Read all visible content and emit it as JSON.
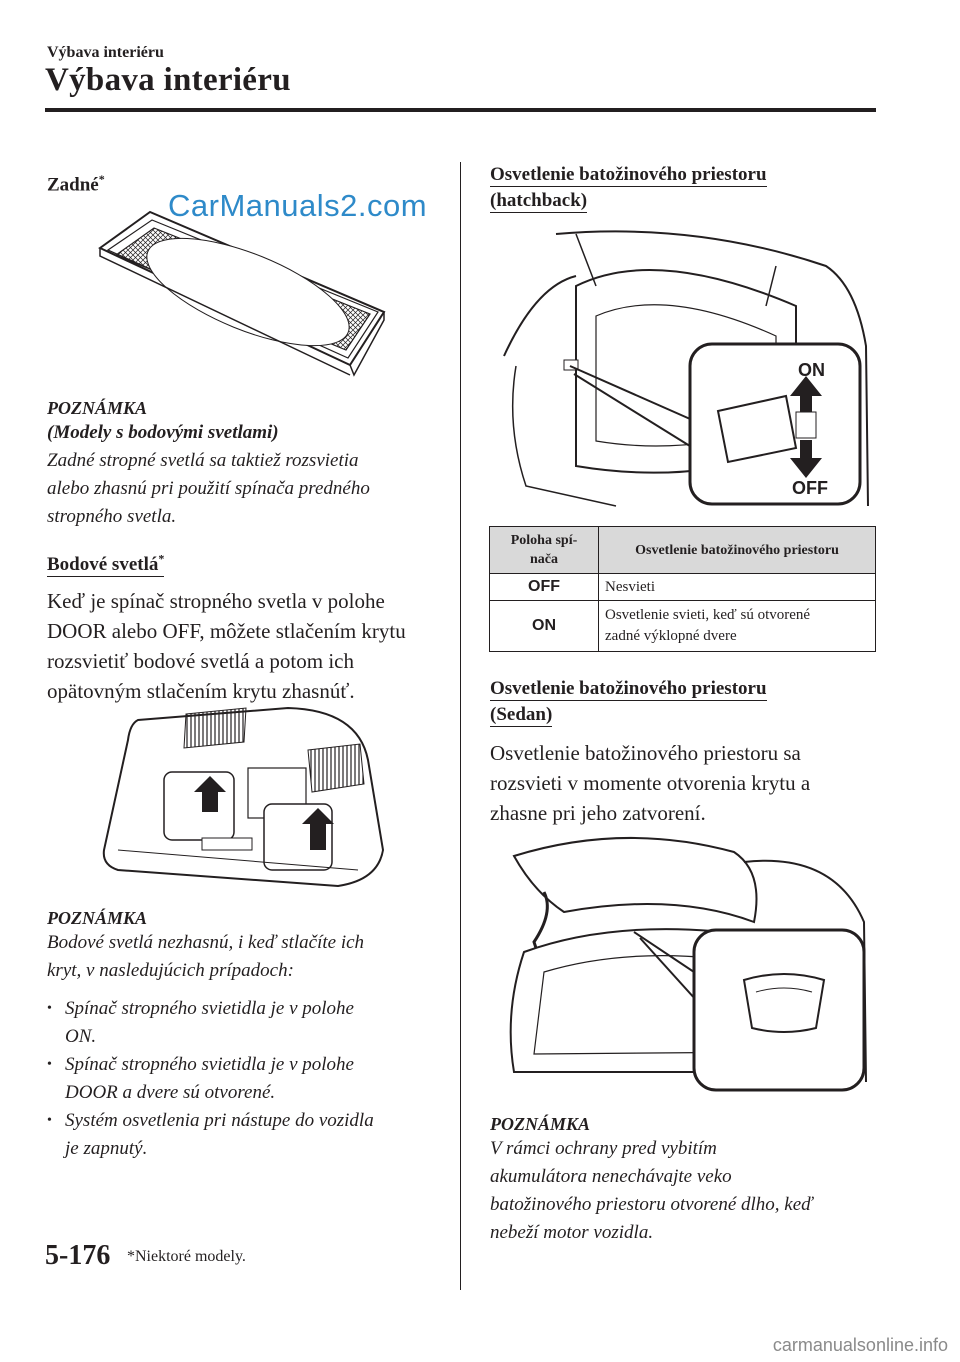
{
  "header": {
    "section_small": "Výbava interiéru",
    "section_title": "Výbava interiéru"
  },
  "left": {
    "rear_title": "Zadné",
    "rear_mark": "*",
    "watermark": "CarManuals2.com",
    "note1": {
      "head": "POZNÁMKA",
      "subhead": "(Modely s bodovými svetlami)",
      "lines": [
        "Zadné stropné svetlá sa taktiež rozsvietia",
        "alebo zhasnú pri použití spínača predného",
        "stropného svetla."
      ]
    },
    "spot_title": "Bodové svetlá",
    "spot_mark": "*",
    "spot_body": [
      "Keď je spínač stropného svetla v polohe",
      "DOOR alebo OFF, môžete stlačením krytu",
      "rozsvietiť bodové svetlá a potom ich",
      "opätovným stlačením krytu zhasnúť."
    ],
    "note2": {
      "head": "POZNÁMKA",
      "lines": [
        "Bodové svetlá nezhasnú, i keď stlačíte ich",
        "kryt, v nasledujúcich prípadoch:"
      ],
      "bullets": [
        [
          "Spínač stropného svietidla je v polohe",
          "ON."
        ],
        [
          "Spínač stropného svietidla je v polohe",
          "DOOR a dvere sú otvorené."
        ],
        [
          "Systém osvetlenia pri nástupe do vozidla",
          "je zapnutý."
        ]
      ]
    }
  },
  "right": {
    "hatch_title": [
      "Osvetlenie batožinového priestoru",
      "(hatchback)"
    ],
    "figure_on": "ON",
    "figure_off": "OFF",
    "table": {
      "col1": [
        "Poloha spí-",
        "nača"
      ],
      "col2": "Osvetlenie batožinového priestoru",
      "rows": [
        {
          "switch": "OFF",
          "desc": [
            "Nesvieti"
          ]
        },
        {
          "switch": "ON",
          "desc": [
            "Osvetlenie svieti, keď sú otvorené",
            "zadné výklopné dvere"
          ]
        }
      ]
    },
    "sedan_title": [
      "Osvetlenie batožinového priestoru",
      "(Sedan)"
    ],
    "sedan_body": [
      "Osvetlenie batožinového priestoru sa",
      "rozsvieti v momente otvorenia krytu a",
      "zhasne pri jeho zatvorení."
    ],
    "note3": {
      "head": "POZNÁMKA",
      "lines": [
        "V rámci ochrany pred vybitím",
        "akumulátora nenechávajte veko",
        "batožinového priestoru otvorené dlho, keď",
        "nebeží motor vozidla."
      ]
    }
  },
  "footer": {
    "page_number": "5-176",
    "footnote": "*Niektoré modely.",
    "watermark": "carmanualsonline.info"
  }
}
